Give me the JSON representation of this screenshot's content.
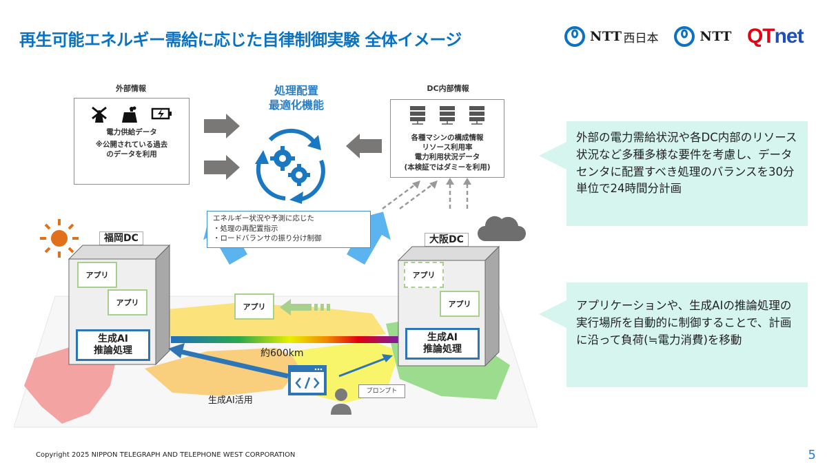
{
  "header": {
    "title": "再生可能エネルギー需給に応じた自律制御実験 全体イメージ",
    "logos": [
      {
        "name": "ntt-west",
        "mark": "NTT",
        "sub": "西日本"
      },
      {
        "name": "ntt",
        "mark": "NTT"
      },
      {
        "name": "qtnet",
        "q": "QT",
        "net": "net"
      }
    ]
  },
  "external_info": {
    "label": "外部情報",
    "icons": [
      "windmill-icon",
      "power-plant-icon",
      "battery-charging-icon"
    ],
    "line1": "電力供給データ",
    "line2": "※公開されている過去",
    "line3": "のデータを利用"
  },
  "dc_internal_info": {
    "label": "DC内部情報",
    "icons": [
      "server-icon",
      "server-icon",
      "server-icon"
    ],
    "line1": "各種マシンの構成情報",
    "line2": "リソース利用率",
    "line3": "電力利用状況データ",
    "line4": "(本検証ではダミーを利用)"
  },
  "optimizer": {
    "title_line1": "処理配置",
    "title_line2": "最適化機能"
  },
  "instruction_box": {
    "line1": "エネルギー状況や予測に応じた",
    "line2": "・処理の再配置指示",
    "line3": "・ロードバランサの振り分け制御"
  },
  "fukuoka_dc": {
    "label": "福岡DC",
    "weather": "sun-icon",
    "apps": [
      "アプリ",
      "アプリ"
    ],
    "ai_line1": "生成AI",
    "ai_line2": "推論処理"
  },
  "osaka_dc": {
    "label": "大阪DC",
    "weather": "cloud-icon",
    "apps": [
      "アプリ",
      "アプリ"
    ],
    "ai_line1": "生成AI",
    "ai_line2": "推論処理"
  },
  "migration": {
    "app_label": "アプリ"
  },
  "map": {
    "distance": "約600km",
    "genai_use": "生成AI活用",
    "prompt": "プロンプト",
    "colors": {
      "kyushu": "#f4a3a3",
      "shikoku": "#f9cf7e",
      "chugoku": "#fbe27a",
      "kinki": "#f9f56a",
      "chubu": "#9bdc8f"
    }
  },
  "callouts": [
    {
      "text": "外部の電力需給状況や各DC内部のリソース状況など多種多様な要件を考慮し、データセンタに配置すべき処理のバランスを30分単位で24時間分計画"
    },
    {
      "text": "アプリケーションや、生成AIの推論処理の実行場所を自動的に制御することで、計画に沿って負荷(≒電力消費)を移動"
    }
  ],
  "footer": {
    "copyright": "Copyright 2025 NIPPON TELEGRAPH AND TELEPHONE WEST CORPORATION",
    "page": "5"
  },
  "colors": {
    "title_blue": "#0a72c2",
    "accent_blue": "#2e75b6",
    "light_blue": "#5bb4f0",
    "callout_bg": "#d5f5ee",
    "app_green": "#a8d08d",
    "sun_orange": "#e0701a",
    "gray_arrow": "#7a7777"
  }
}
